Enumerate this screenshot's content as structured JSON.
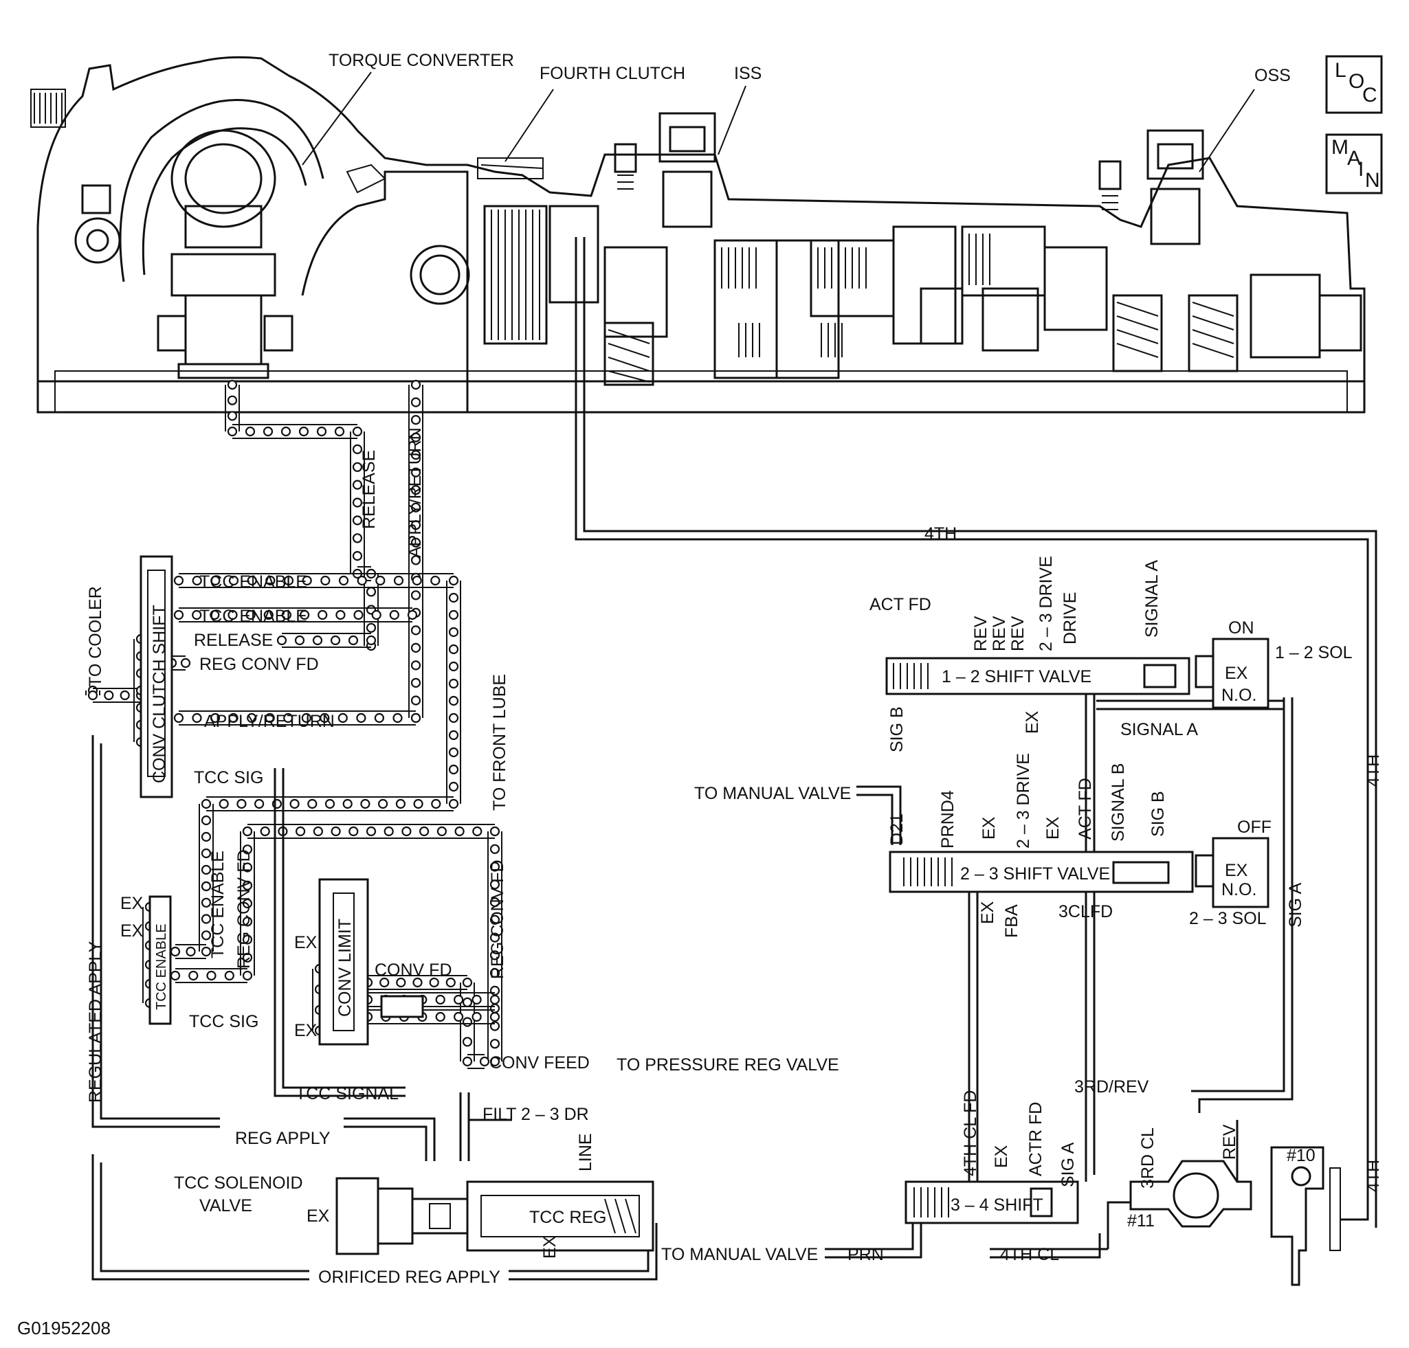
{
  "figure_id": "G01952208",
  "nav": {
    "loc": [
      "L",
      "O",
      "C"
    ],
    "main": [
      "M",
      "A",
      "I",
      "N"
    ]
  },
  "top_labels": {
    "torque_converter": "TORQUE CONVERTER",
    "fourth_clutch": "FOURTH CLUTCH",
    "iss": "ISS",
    "oss": "OSS"
  },
  "passages": {
    "release": "RELEASE",
    "apply_return": "APPLY/RETURN",
    "fourth": "4TH",
    "to_front_lube": "TO FRONT LUBE",
    "to_cooler": "TO COOLER",
    "regulated_apply": "REGULATED APPLY",
    "reg_apply": "REG APPLY",
    "orificed_reg_apply": "ORIFICED REG APPLY",
    "tcc_signal": "TCC SIGNAL",
    "filt_2_3_dr": "FILT 2 – 3 DR",
    "line": "LINE",
    "conv_feed": "CONV FEED",
    "to_pressure_reg_valve": "TO PRESSURE REG VALVE",
    "to_manual_valve_bottom": "TO MANUAL VALVE",
    "prn": "PRN",
    "fourth_cl": "4TH CL",
    "sig_a": "SIG A",
    "signal_a": "SIGNAL A",
    "sig_b": "SIG B"
  },
  "conv_clutch_shift": {
    "name": "CONV CLUTCH SHIFT",
    "ports": [
      "TCC ENABLE",
      "TCC ENABLE",
      "RELEASE",
      "REG CONV FD",
      "APPLY/RETURN",
      "TCC SIG"
    ]
  },
  "tcc_enable_valve": {
    "name": "TCC ENABLE",
    "ports": [
      "EX",
      "EX",
      "TCC ENABLE",
      "REG CONV FD",
      "TCC SIG"
    ]
  },
  "conv_limit_valve": {
    "name": "CONV LIMIT",
    "ports": [
      "EX",
      "EX",
      "CONV FD",
      "REG CONV FD"
    ]
  },
  "tcc_solenoid": {
    "title_line1": "TCC SOLENOID",
    "title_line2": "VALVE",
    "ex": "EX",
    "reg_name": "TCC REG",
    "reg_ex": "EX"
  },
  "shift_1_2": {
    "name": "1 – 2 SHIFT VALVE",
    "ports": [
      "ACT FD",
      "REV",
      "REV",
      "REV",
      "2 – 3 DRIVE",
      "DRIVE",
      "SIGNAL A",
      "EX",
      "SIG B"
    ],
    "solenoid": {
      "state": "ON",
      "name": "1 – 2 SOL",
      "ex": "EX",
      "type": "N.O."
    }
  },
  "shift_2_3": {
    "name": "2 – 3 SHIFT VALVE",
    "ports": [
      "D21",
      "PRND4",
      "EX",
      "2 – 3 DRIVE",
      "EX",
      "ACT FD",
      "SIGNAL B",
      "SIG B",
      "EX",
      "FBA",
      "3CLFD"
    ],
    "to_manual_valve": "TO MANUAL VALVE",
    "solenoid": {
      "state": "OFF",
      "name": "2 – 3 SOL",
      "ex": "EX",
      "type": "N.O."
    }
  },
  "shift_3_4": {
    "name": "3 – 4 SHIFT",
    "ports": [
      "4TH CL FD",
      "EX",
      "ACTR FD",
      "SIG A"
    ]
  },
  "accumulators": {
    "third_rev": "3RD/REV",
    "third_cl": "3RD CL",
    "rev": "REV",
    "check_11": "#11",
    "check_10": "#10",
    "fourth": "4TH"
  }
}
